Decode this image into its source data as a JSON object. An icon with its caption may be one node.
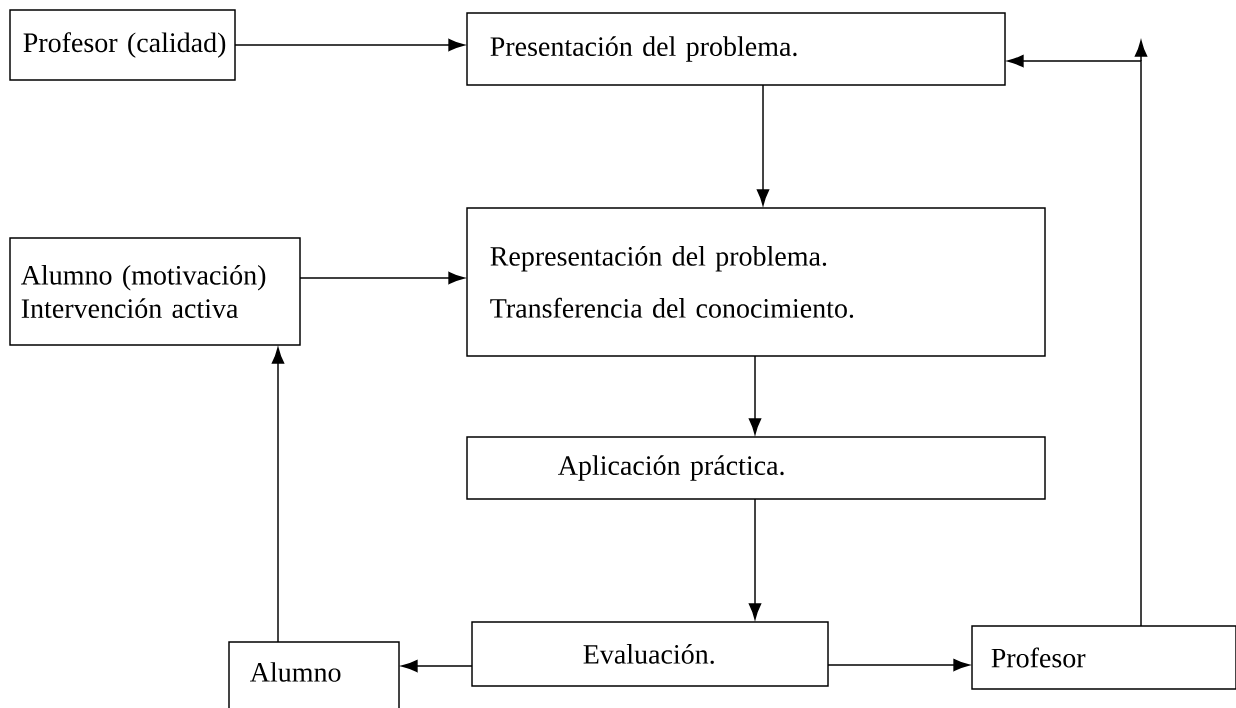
{
  "diagram": {
    "nodes": [
      {
        "text": [
          "Profesor (calidad)"
        ]
      },
      {
        "text": [
          "Presentación del problema."
        ]
      },
      {
        "text": [
          "Alumno (motivación)",
          "Intervención activa"
        ]
      },
      {
        "text": [
          "Representación del problema.",
          "Transferencia del conocimiento."
        ]
      },
      {
        "text": [
          "Aplicación práctica."
        ]
      },
      {
        "text": [
          "Alumno"
        ]
      },
      {
        "text": [
          "Evaluación."
        ]
      },
      {
        "text": [
          "Profesor"
        ]
      }
    ],
    "edges": [
      {
        "from": 0,
        "to": 1,
        "arrow": "to"
      },
      {
        "from": 1,
        "to": 3,
        "arrow": "to"
      },
      {
        "from": 2,
        "to": 3,
        "arrow": "to"
      },
      {
        "from": 3,
        "to": 4,
        "arrow": "to"
      },
      {
        "from": 4,
        "to": 6,
        "arrow": "to"
      },
      {
        "from": 6,
        "to": 5,
        "arrow": "to"
      },
      {
        "from": 6,
        "to": 7,
        "arrow": "to"
      },
      {
        "from": 5,
        "to": 2,
        "arrow": "to"
      },
      {
        "from": 7,
        "to": 1,
        "arrow": "to"
      }
    ]
  }
}
